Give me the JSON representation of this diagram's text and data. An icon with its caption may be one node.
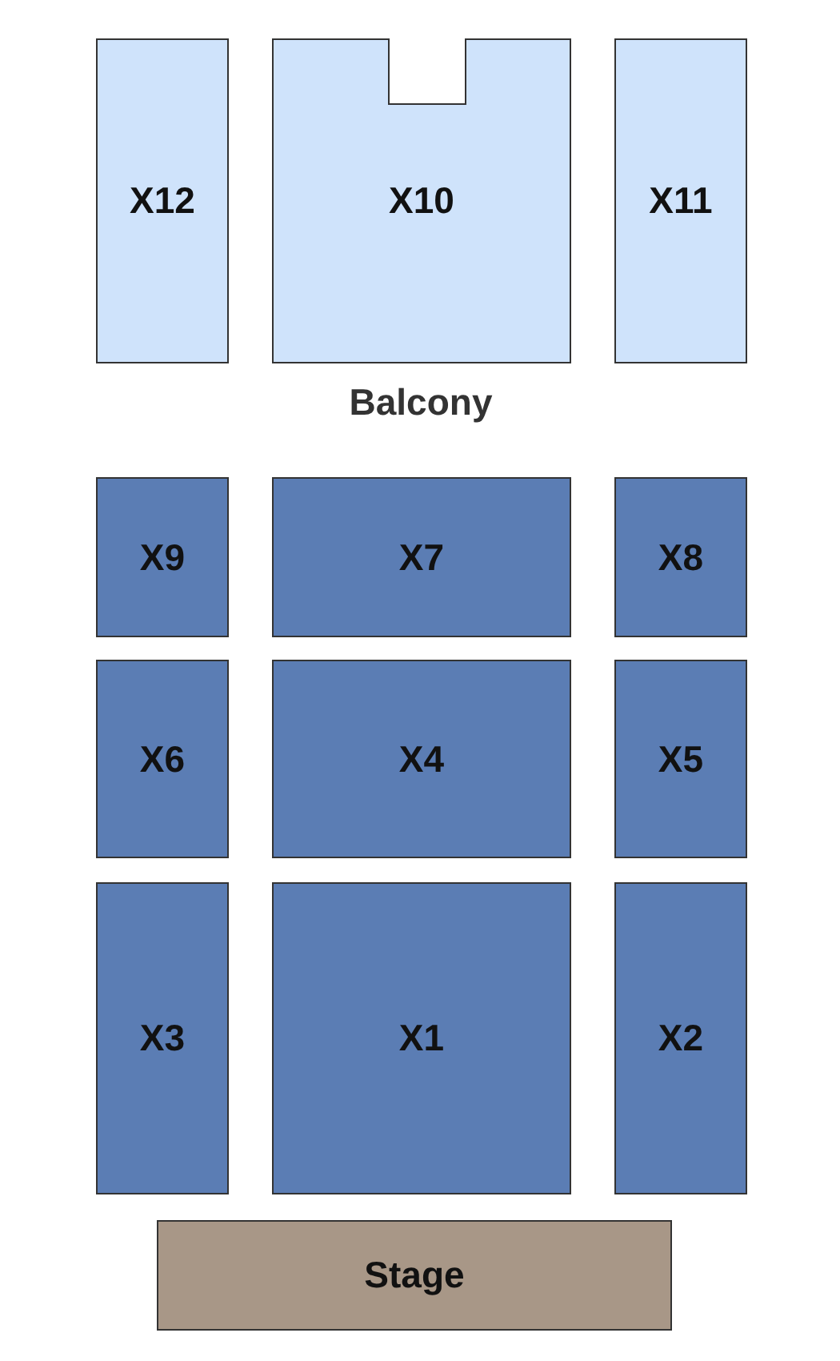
{
  "diagram": {
    "nodes": [
      {
        "text": [
          "X12"
        ]
      },
      {
        "text": [
          "X10"
        ]
      },
      {
        "text": [
          "X11"
        ]
      },
      {
        "text": [
          "X9"
        ]
      },
      {
        "text": [
          "X7"
        ]
      },
      {
        "text": [
          "X8"
        ]
      },
      {
        "text": [
          "X6"
        ]
      },
      {
        "text": [
          "X4"
        ]
      },
      {
        "text": [
          "X5"
        ]
      },
      {
        "text": [
          "X3"
        ]
      },
      {
        "text": [
          "X1"
        ]
      },
      {
        "text": [
          "X2"
        ]
      },
      {
        "text": [
          "Stage"
        ]
      }
    ],
    "edges": [],
    "labels": [
      "Balcony"
    ]
  }
}
